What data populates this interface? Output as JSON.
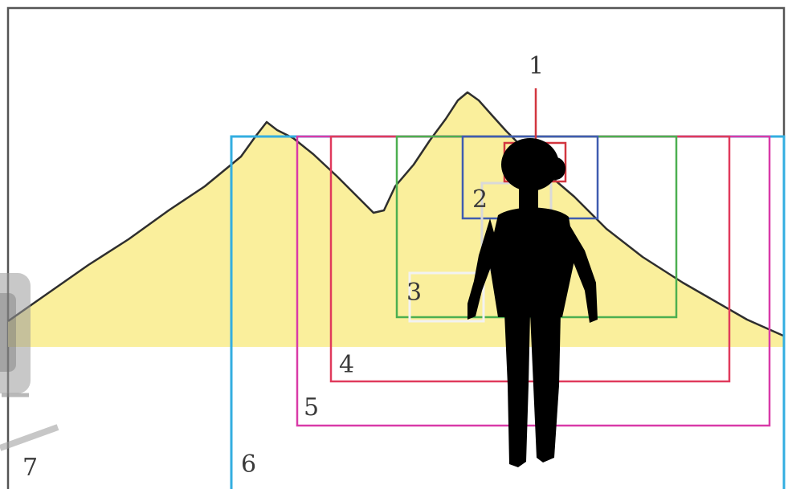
{
  "labels": {
    "one": "1",
    "two": "2",
    "three": "3",
    "four": "4",
    "five": "5",
    "six": "6",
    "seven": "7"
  },
  "colors": {
    "background": "#ffffff",
    "mountain_fill": "#faef9c",
    "mountain_outline": "#2e2e2e",
    "frame": "#555555",
    "box_1": "#d2363f",
    "box_2": "#3f5cb0",
    "box_2_inner": "#d9d9d9",
    "box_3": "#4caf50",
    "box_4": "#e03a5c",
    "box_5": "#d93aa8",
    "box_6": "#33aee0",
    "silhouette": "#000000",
    "camera": "#9a9a9a"
  },
  "icons": [
    "person-silhouette",
    "camera-icon"
  ]
}
